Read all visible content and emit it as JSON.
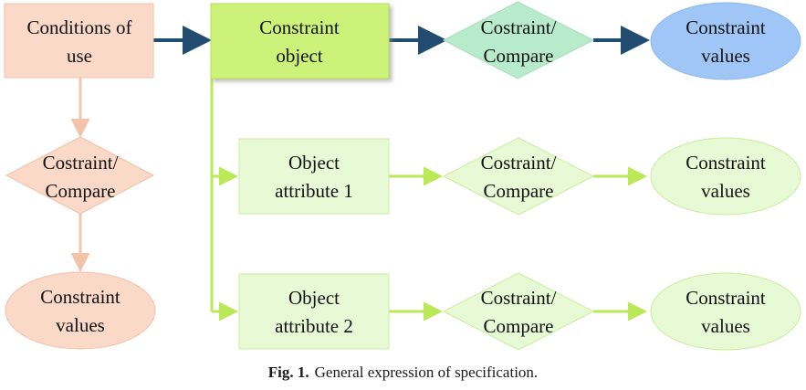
{
  "nodes": {
    "conditions_of_use": {
      "line1": "Conditions of",
      "line2": "use"
    },
    "constraint_object": {
      "line1": "Constraint",
      "line2": "object"
    },
    "compare_top": {
      "line1": "Costraint/",
      "line2": "Compare"
    },
    "values_top": {
      "line1": "Constraint",
      "line2": "values"
    },
    "compare_left": {
      "line1": "Costraint/",
      "line2": "Compare"
    },
    "values_left": {
      "line1": "Constraint",
      "line2": "values"
    },
    "attribute_1": {
      "line1": "Object",
      "line2": "attribute 1"
    },
    "compare_attr1": {
      "line1": "Costraint/",
      "line2": "Compare"
    },
    "values_attr1": {
      "line1": "Constraint",
      "line2": "values"
    },
    "attribute_2": {
      "line1": "Object",
      "line2": "attribute 2"
    },
    "compare_attr2": {
      "line1": "Costraint/",
      "line2": "Compare"
    },
    "values_attr2": {
      "line1": "Constraint",
      "line2": "values"
    }
  },
  "caption": {
    "label": "Fig. 1.",
    "text": "General expression of specification."
  },
  "colors": {
    "peach_fill": "#fad9c8",
    "peach_stroke": "#f3c1a6",
    "peach_arrow": "#f4c4aa",
    "lime_fill": "#ccf27a",
    "light_green_fill": "#e8f9d6",
    "light_green_stroke": "#c9ee9a",
    "lime_arrow": "#b9ea55",
    "mint_fill": "#b8ebcb",
    "blue_fill": "#9fc6f6",
    "navy_arrow": "#234d70"
  }
}
